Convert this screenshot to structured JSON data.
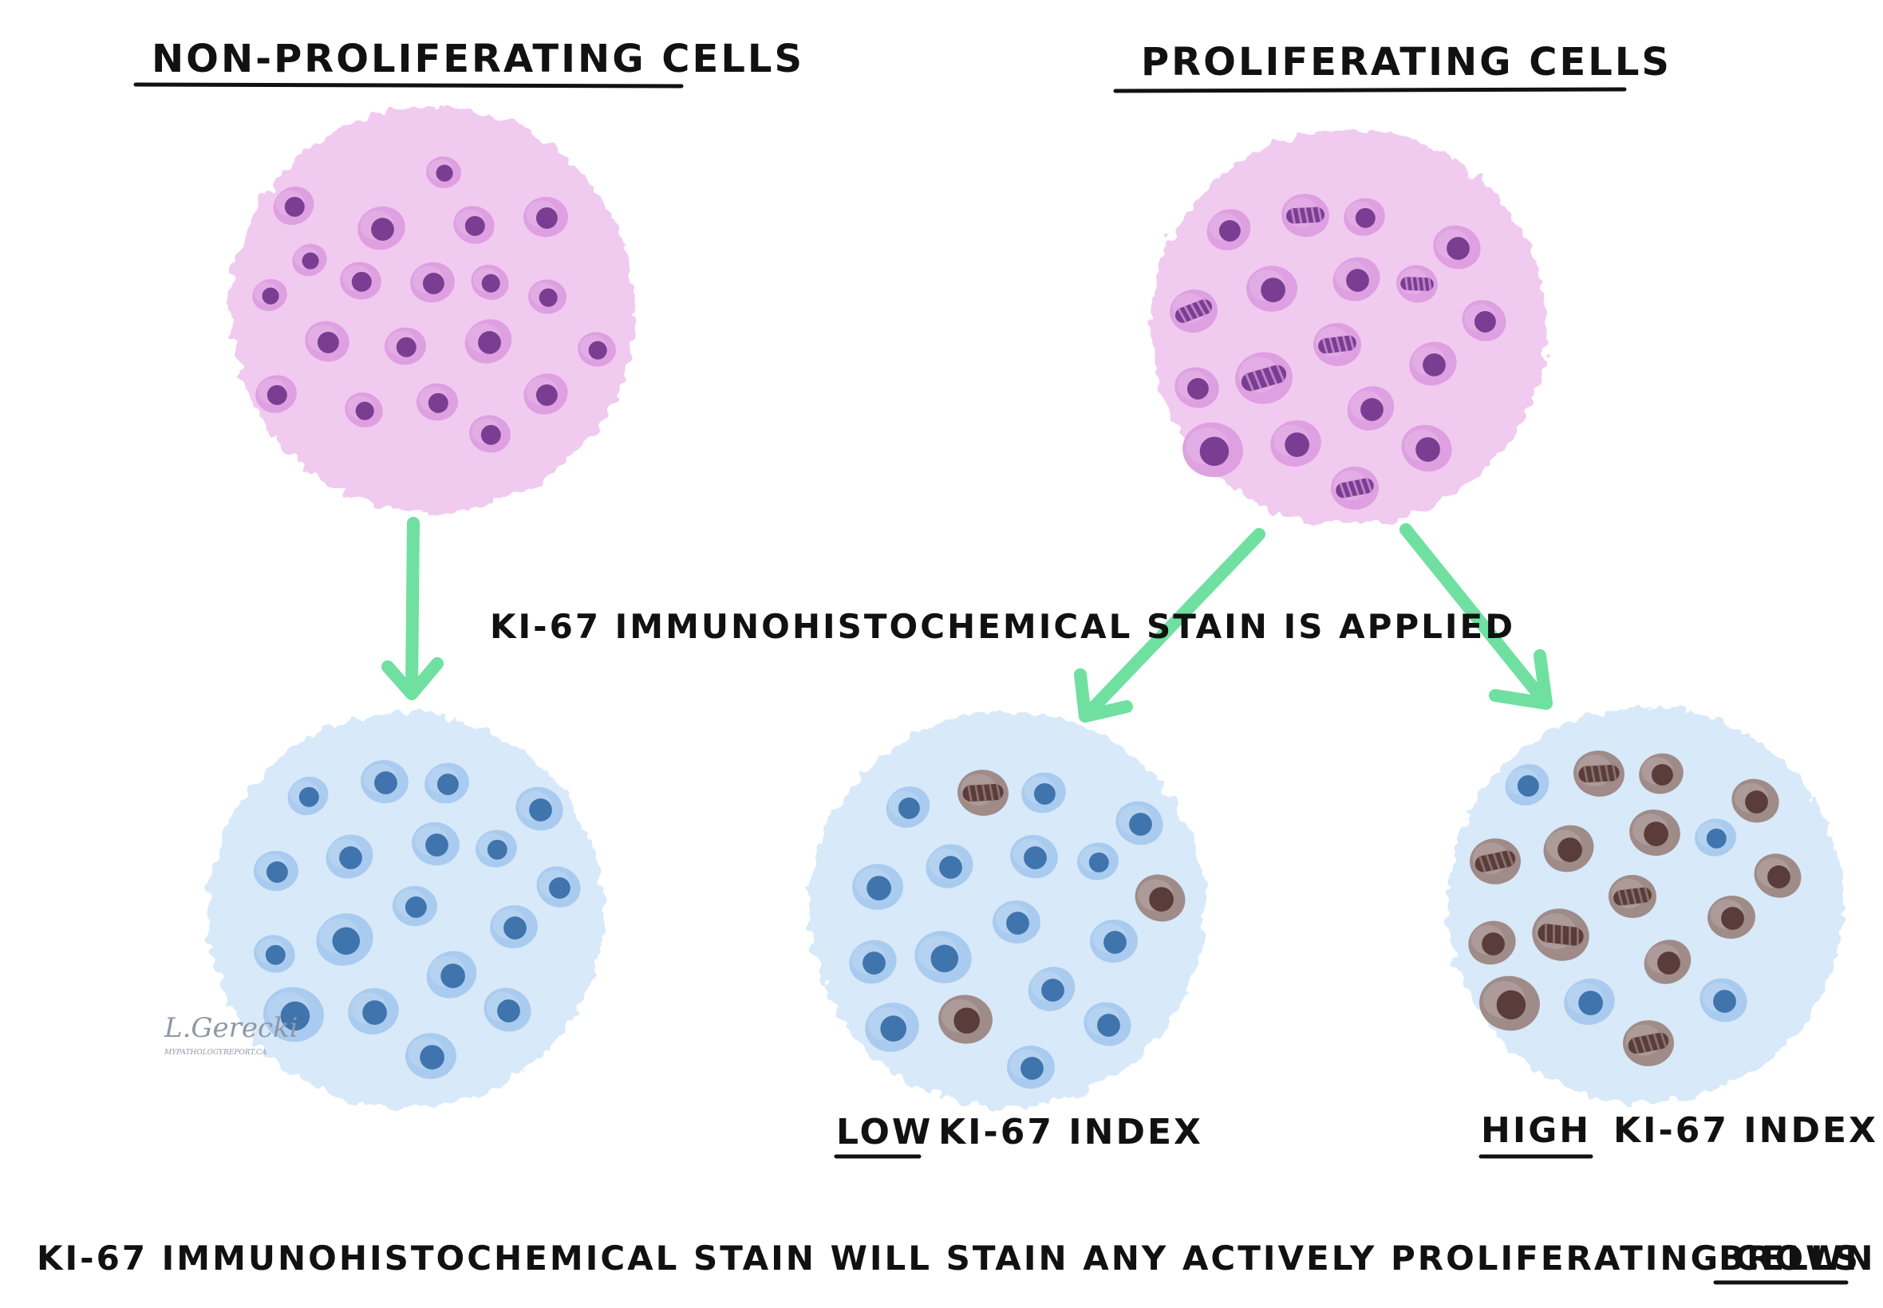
{
  "labels": {
    "non_proliferating": "NON-PROLIFERATING CELLS",
    "proliferating": "PROLIFERATING CELLS",
    "stain_applied": "KI-67 IMMUNOHISTOCHEMICAL STAIN IS APPLIED",
    "low_word": "LOW",
    "low_rest": "KI-67 INDEX",
    "high_word": "HIGH",
    "high_rest": "KI-67 INDEX",
    "footer_main": "KI-67 IMMUNOHISTOCHEMICAL STAIN  WILL STAIN ANY ACTIVELY PROLIFERATING CELLS",
    "footer_brown": "BROWN",
    "signature": "L.Gerecki",
    "signature_site": "MYPATHOLOGYREPORT.CA"
  },
  "colors": {
    "text": "#111111",
    "arrow": "#6fe0a0",
    "pink_tissue": "#f1caf0",
    "pink_cell": "#dc9ddf",
    "pink_nucleus": "#7a3d92",
    "blue_tissue": "#d8e9f9",
    "blue_cell": "#a6c9ee",
    "blue_nucleus": "#3f74ad",
    "brown_cell": "#9c8682",
    "brown_nucleus": "#5a3c3a"
  }
}
